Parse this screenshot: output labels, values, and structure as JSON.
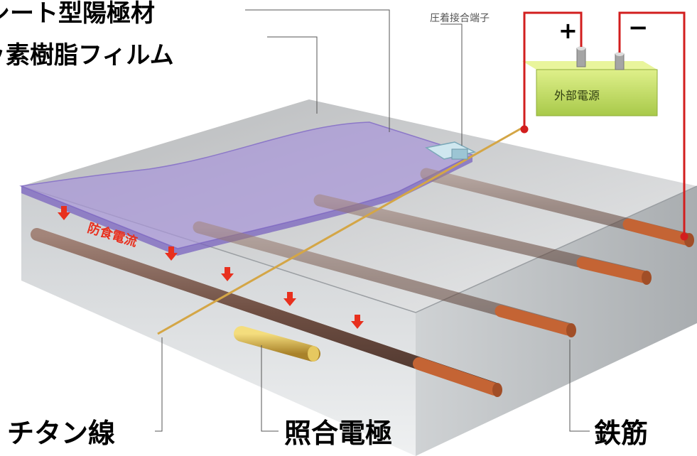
{
  "labels": {
    "anode": "導電性シート型陽極材",
    "film": "フッ素樹脂フィルム",
    "terminal": "圧着接合端子",
    "power": "外部電源",
    "plus": "+",
    "minus": "−",
    "current": "防食電流",
    "titanium": "チタン線",
    "reference": "照合電極",
    "rebar": "鉄筋"
  },
  "colors": {
    "wire": "#d21e1e",
    "arrow": "#e8301e",
    "film": "#a895d8",
    "box": "#c9e46a",
    "rebar": "#7b5a4c",
    "rebar_end": "#c46434",
    "titanium": "#d4a646",
    "reference": "#c7a33a"
  }
}
